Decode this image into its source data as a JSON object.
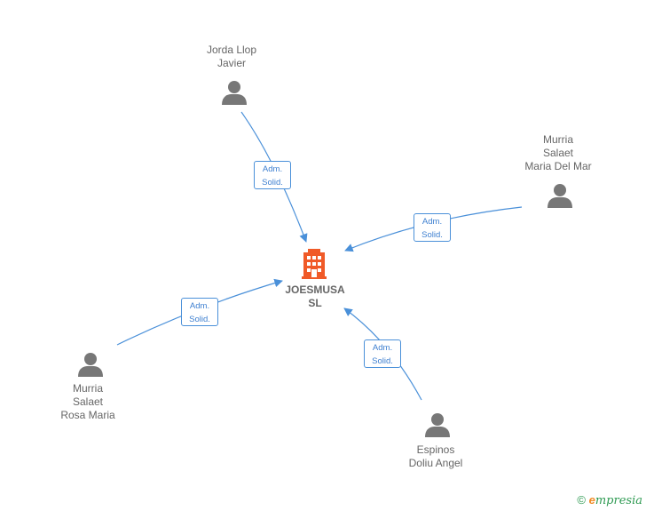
{
  "company": {
    "line1": "JOESMUSA",
    "line2": "SL",
    "icon": "building-icon",
    "color": "#f05a28"
  },
  "people": [
    {
      "id": "jorda",
      "lines": [
        "Jorda Llop",
        "Javier"
      ],
      "role": [
        "Adm.",
        "Solid."
      ]
    },
    {
      "id": "murria-mar",
      "lines": [
        "Murria",
        "Salaet",
        "Maria Del Mar"
      ],
      "role": [
        "Adm.",
        "Solid."
      ]
    },
    {
      "id": "murria-rosa",
      "lines": [
        "Murria",
        "Salaet",
        "Rosa Maria"
      ],
      "role": [
        "Adm.",
        "Solid."
      ]
    },
    {
      "id": "espinos",
      "lines": [
        "Espinos",
        "Doliu Angel"
      ],
      "role": [
        "Adm.",
        "Solid."
      ]
    }
  ],
  "colors": {
    "edge": "#4a90d9",
    "person_icon": "#777777",
    "text": "#666666"
  },
  "footer": {
    "copyright": "©",
    "brand_first": "e",
    "brand_rest": "mpresia"
  }
}
